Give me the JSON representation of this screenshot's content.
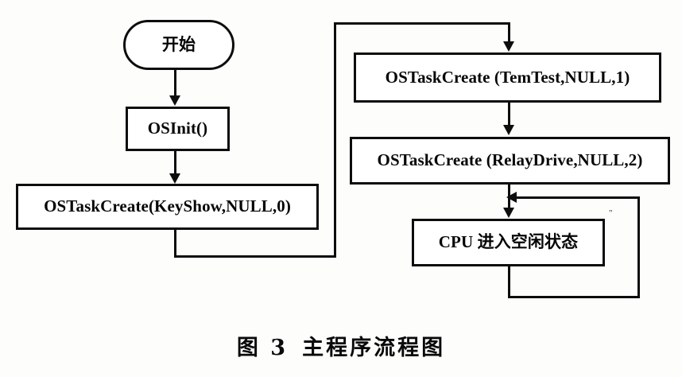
{
  "figure": {
    "caption_number": "图 3",
    "caption_title": "主程序流程图"
  },
  "flowchart": {
    "type": "flowchart",
    "orientation": "left-to-right then top-to-bottom",
    "nodes": [
      {
        "id": "start",
        "shape": "terminal",
        "label": "开始"
      },
      {
        "id": "osinit",
        "shape": "process",
        "label": "OSInit()"
      },
      {
        "id": "keyshow",
        "shape": "process",
        "label": "OSTaskCreate(KeyShow,NULL,0)"
      },
      {
        "id": "temtest",
        "shape": "process",
        "label": "OSTaskCreate (TemTest,NULL,1)"
      },
      {
        "id": "relaydrive",
        "shape": "process",
        "label": "OSTaskCreate (RelayDrive,NULL,2)"
      },
      {
        "id": "cpuidle",
        "shape": "process",
        "label": "CPU 进入空闲状态"
      }
    ],
    "edges": [
      {
        "from": "start",
        "to": "osinit",
        "style": "straight-down"
      },
      {
        "from": "osinit",
        "to": "keyshow",
        "style": "straight-down"
      },
      {
        "from": "keyshow",
        "to": "temtest",
        "style": "orthogonal-down-right-up-right-down"
      },
      {
        "from": "temtest",
        "to": "relaydrive",
        "style": "straight-down"
      },
      {
        "from": "relaydrive",
        "to": "cpuidle",
        "style": "straight-down"
      },
      {
        "from": "cpuidle",
        "to": "cpuidle",
        "style": "feedback-loop-right"
      }
    ]
  },
  "artifacts": {
    "speck_mark": "\""
  }
}
